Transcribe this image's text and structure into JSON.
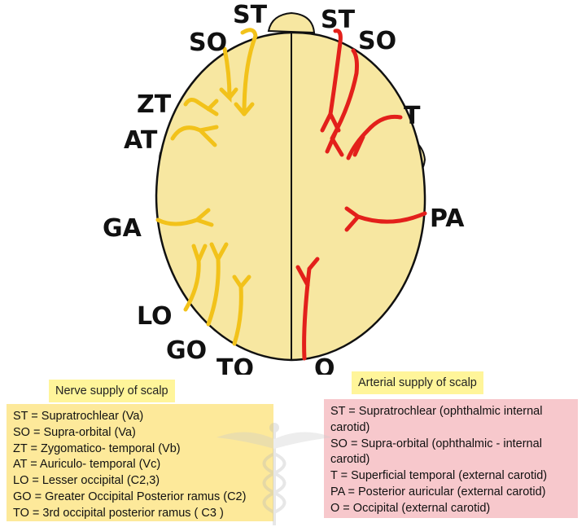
{
  "labels": {
    "nerves": [
      "ST",
      "SO",
      "ZT",
      "AT",
      "GA",
      "LO",
      "GO",
      "TO"
    ],
    "arteries": [
      "ST",
      "SO",
      "T",
      "PA",
      "O"
    ]
  },
  "nerve_title": "Nerve supply of scalp",
  "artery_title": "Arterial supply of scalp",
  "nerve_legend": [
    "ST = Supratrochlear (Va)",
    "SO = Supra-orbital (Va)",
    "ZT = Zygomatico- temporal (Vb)",
    "AT = Auriculo- temporal (Vc)",
    "LO = Lesser occipital (C2,3)",
    "GO = Greater Occipital Posterior ramus (C2)",
    "TO = 3rd occipital posterior ramus ( C3 )"
  ],
  "artery_legend": [
    "ST = Supratrochlear (ophthalmic internal carotid)",
    "SO = Supra-orbital (ophthalmic - internal carotid)",
    "T = Superficial temporal (external carotid)",
    "PA = Posterior auricular (external carotid)",
    "O = Occipital (external carotid)"
  ],
  "colors": {
    "head_fill": "#f7e7a1",
    "nerve": "#f2c21a",
    "artery": "#e3201b",
    "nerve_box": "#fde99a",
    "artery_box": "#f7c8cc",
    "title_box": "#fff59a"
  }
}
